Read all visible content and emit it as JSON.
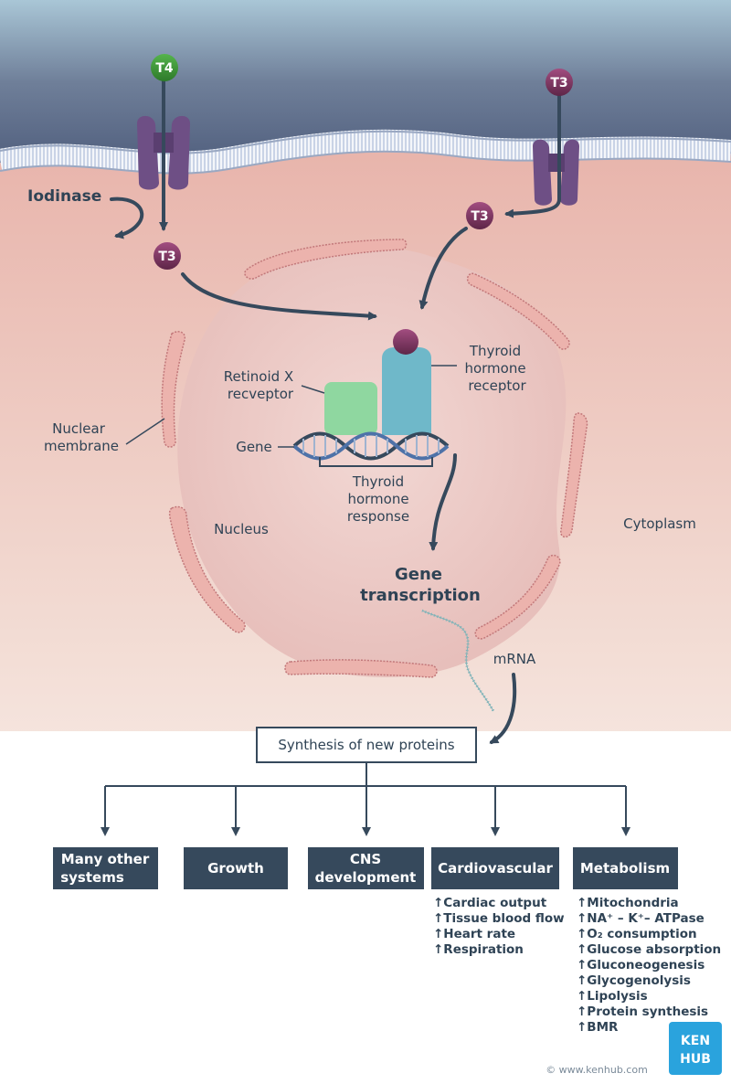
{
  "hormones": {
    "t4": "T4",
    "t3": "T3"
  },
  "labels": {
    "iodinase": "Iodinase",
    "nuclear_membrane": [
      "Nuclear",
      "membrane"
    ],
    "retinoid_x_receptor": [
      "Retinoid X",
      "recveptor"
    ],
    "thyroid_hormone_receptor": [
      "Thyroid",
      "hormone",
      "receptor"
    ],
    "gene": "Gene",
    "thyroid_hormone_response": [
      "Thyroid",
      "hormone",
      "response"
    ],
    "nucleus": "Nucleus",
    "cytoplasm": "Cytoplasm",
    "gene_transcription": [
      "Gene",
      "transcription"
    ],
    "mrna": "mRNA"
  },
  "synthesis_box": "Synthesis of new proteins",
  "targets": [
    {
      "lines": [
        "Many other",
        "systems"
      ]
    },
    {
      "lines": [
        "Growth"
      ]
    },
    {
      "lines": [
        "CNS",
        "development"
      ]
    },
    {
      "lines": [
        "Cardiovascular"
      ]
    },
    {
      "lines": [
        "Metabolism"
      ]
    }
  ],
  "cardiovascular_effects": [
    "Cardiac output",
    "Tissue blood flow",
    "Heart rate",
    "Respiration"
  ],
  "metabolism_effects": [
    "Mitochondria",
    "NA⁺ – K⁺– ATPase",
    "O₂ consumption",
    "Glucose absorption",
    "Gluconeogenesis",
    "Glycogenolysis",
    "Lipolysis",
    "Protein synthesis",
    "BMR"
  ],
  "increase_symbol": "↑",
  "copyright": "© www.kenhub.com",
  "logo": [
    "KEN",
    "HUB"
  ],
  "colors": {
    "dark_box": "#36495c",
    "arrow": "#36495c",
    "t4_green": "#3f9a3a",
    "t3_purple": "#7a3b60",
    "transporter": "#6e4f85",
    "rxr_green": "#8fd7a0",
    "thr_blue": "#6fb8c9",
    "logo_blue": "#2aa3dd"
  }
}
